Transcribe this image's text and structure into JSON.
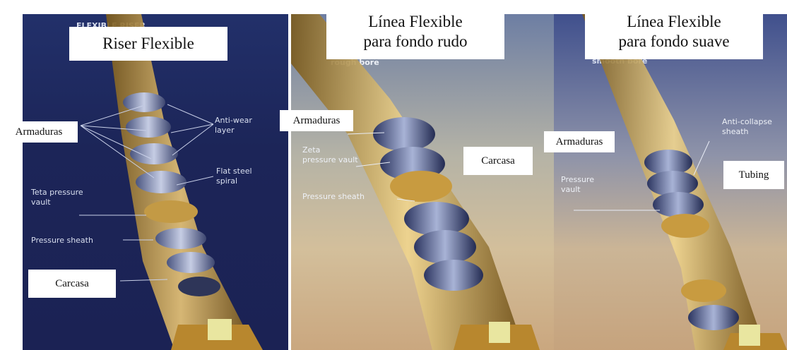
{
  "titles": {
    "riser": "Riser Flexible",
    "rough": "Línea Flexible\npara fondo rudo",
    "smooth": "Línea Flexible\npara fondo suave"
  },
  "labels": {
    "p1_armaduras": "Armaduras",
    "p1_carcasa": "Carcasa",
    "p2_armaduras": "Armaduras",
    "p2_carcasa": "Carcasa",
    "p3_armaduras": "Armaduras",
    "p3_tubing": "Tubing"
  },
  "printed_english": {
    "p1_header": "FLEXIBLE RISER",
    "anti_wear": "Anti-wear",
    "layer": "layer",
    "flat_steel": "Flat steel",
    "spiral": "spiral",
    "teta_pressure": "Teta pressure",
    "vault": "vault",
    "pressure_sheath_p1": "Pressure sheath",
    "rough_bore": "rough bore",
    "zeta": "Zeta",
    "zeta_vault": "pressure vault",
    "pressure_sheath_p2": "Pressure sheath",
    "smooth_bore": "smooth bore",
    "anti_collapse": "Anti-collapse",
    "sheath": "sheath",
    "pressure": "Pressure",
    "vault_p3": "vault"
  },
  "colors": {
    "pipe_gold": "#c99a3c",
    "armour_steel": "#8f9cc2",
    "deep_blue": "#1c2558"
  }
}
